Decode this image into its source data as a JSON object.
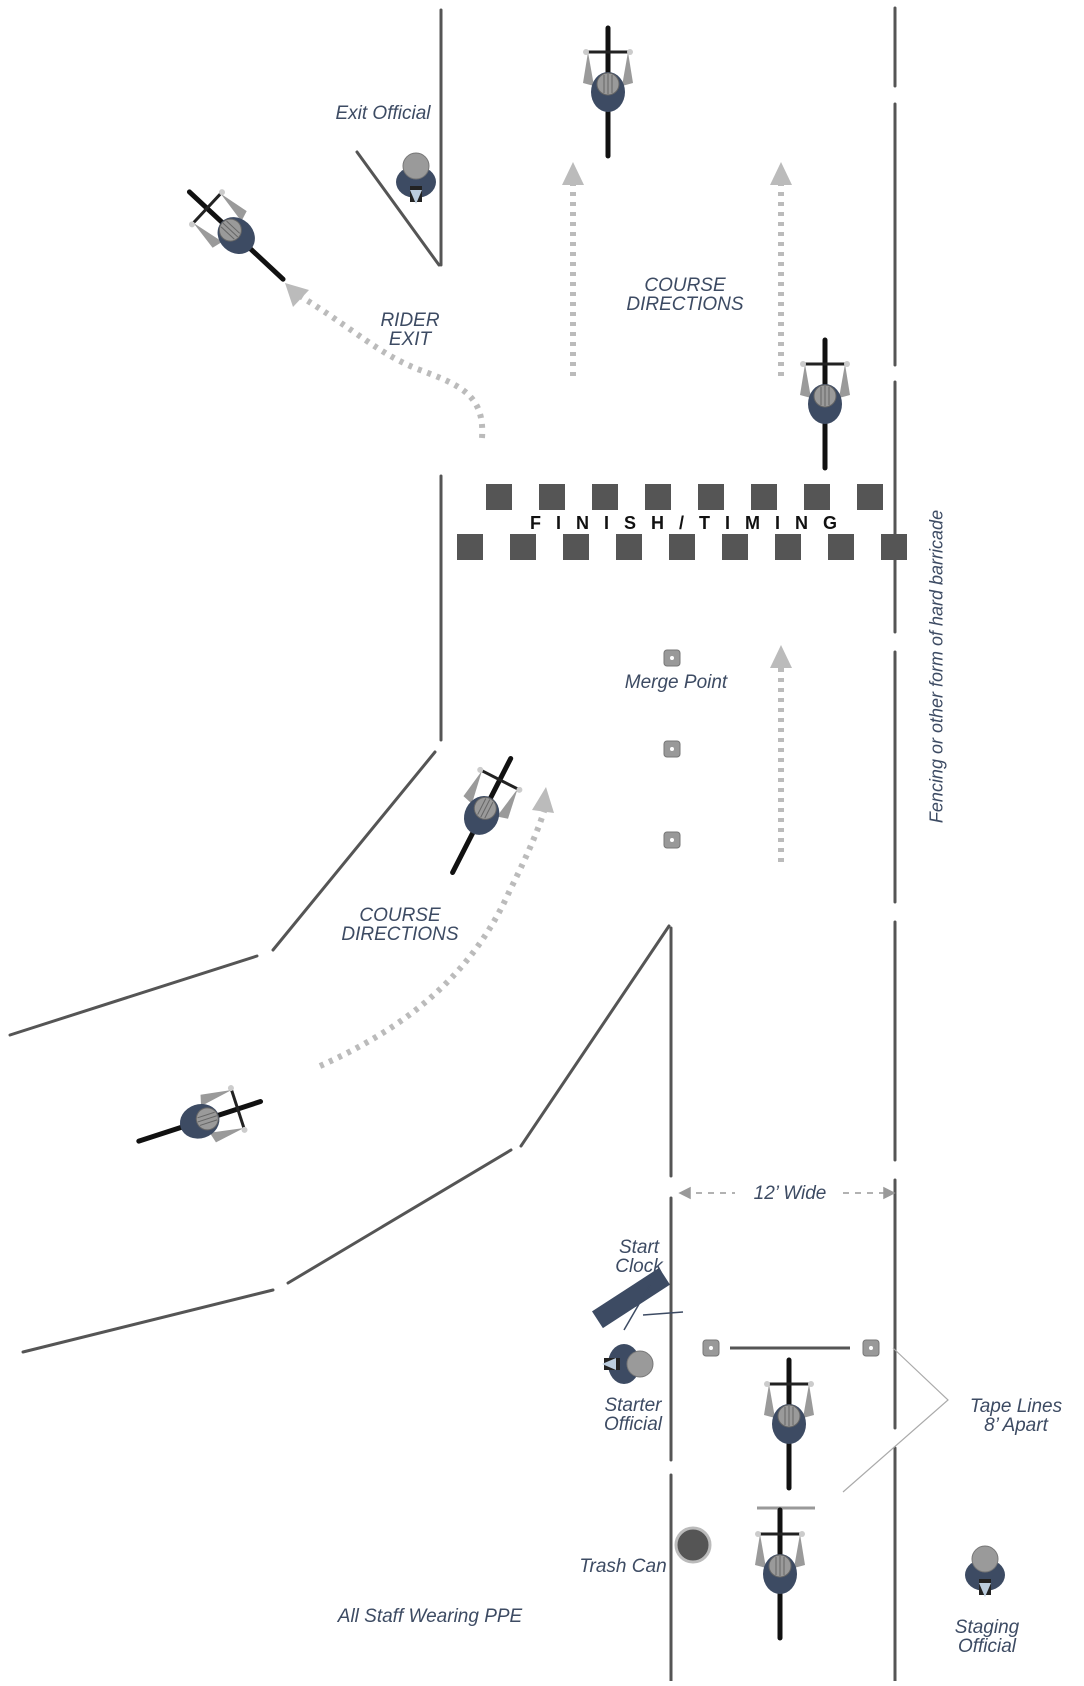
{
  "labels": {
    "exit_official": "Exit Official",
    "course_directions_top": [
      "COURSE",
      "DIRECTIONS"
    ],
    "rider_exit": [
      "RIDER",
      "EXIT"
    ],
    "finish_timing": "FINISH/TIMING",
    "fencing": "Fencing or other form of hard barricade",
    "merge_point": "Merge Point",
    "course_directions_bottom": [
      "COURSE",
      "DIRECTIONS"
    ],
    "width": "12’ Wide",
    "start_clock": [
      "Start",
      "Clock"
    ],
    "starter_official": [
      "Starter",
      "Official"
    ],
    "tape_lines": [
      "Tape Lines",
      "8’ Apart"
    ],
    "trash_can": "Trash Can",
    "staff_note": "All Staff Wearing PPE",
    "staging_official": [
      "Staging",
      "Official"
    ]
  },
  "colors": {
    "line": "#555555",
    "arrow": "#bbbbbb",
    "label": "#3d4b63",
    "checker": "#555555",
    "jersey": "#3d4b63",
    "helmet": "#9a9a9a"
  },
  "icons": {
    "rider": "cyclist-icon",
    "official": "official-icon",
    "cone": "cone-icon",
    "trash": "trash-can-icon",
    "clock": "start-clock-icon"
  }
}
